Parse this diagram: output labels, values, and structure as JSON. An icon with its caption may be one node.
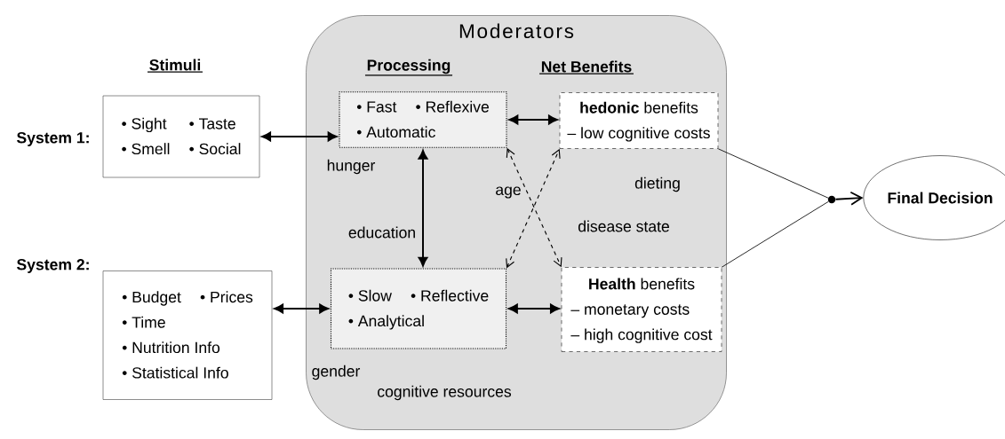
{
  "diagram": {
    "nodes": [
      {
        "text": [
          "Moderators"
        ]
      },
      {
        "text": [
          "• Sight",
          "• Taste",
          "• Smell",
          "• Social"
        ],
        "beside": [
          "System 1:"
        ]
      },
      {
        "text": [
          "• Budget",
          "• Prices",
          "• Time",
          "• Nutrition Info",
          "• Statistical Info"
        ],
        "beside": [
          "System 2:"
        ]
      },
      {
        "text": [
          "• Fast",
          "• Reflexive",
          "• Automatic"
        ],
        "in": 0
      },
      {
        "text": [
          "• Slow",
          "• Reflective",
          "• Analytical"
        ],
        "in": 0
      },
      {
        "text": [
          "**hedonic** benefits",
          "– low cognitive costs"
        ],
        "in": 0
      },
      {
        "text": [
          "**Health** benefits",
          "– monetary costs",
          "– high cognitive cost"
        ],
        "in": 0
      },
      {
        "text": [],
        "shape": "circle"
      },
      {
        "text": [
          "Final Decision"
        ]
      }
    ],
    "edges": [
      {
        "from": 1,
        "to": 3,
        "arrow": "both"
      },
      {
        "from": 2,
        "to": 4,
        "arrow": "both"
      },
      {
        "from": 3,
        "to": 5,
        "arrow": "both"
      },
      {
        "from": 4,
        "to": 6,
        "arrow": "both"
      },
      {
        "from": 3,
        "to": 4,
        "arrow": "both"
      },
      {
        "from": 4,
        "to": 5,
        "arrow": "both",
        "style": "dashed"
      },
      {
        "from": 3,
        "to": 6,
        "arrow": "both",
        "style": "dashed"
      },
      {
        "from": 5,
        "to": 7,
        "arrow": "none"
      },
      {
        "from": 6,
        "to": 7,
        "arrow": "none"
      },
      {
        "from": 7,
        "to": 8,
        "arrow": "to"
      }
    ],
    "labels": [
      "Stimuli",
      "Processing",
      "Net Benefits",
      "hunger",
      "age",
      "dieting",
      "education",
      "disease state",
      "gender",
      "cognitive resources"
    ]
  }
}
